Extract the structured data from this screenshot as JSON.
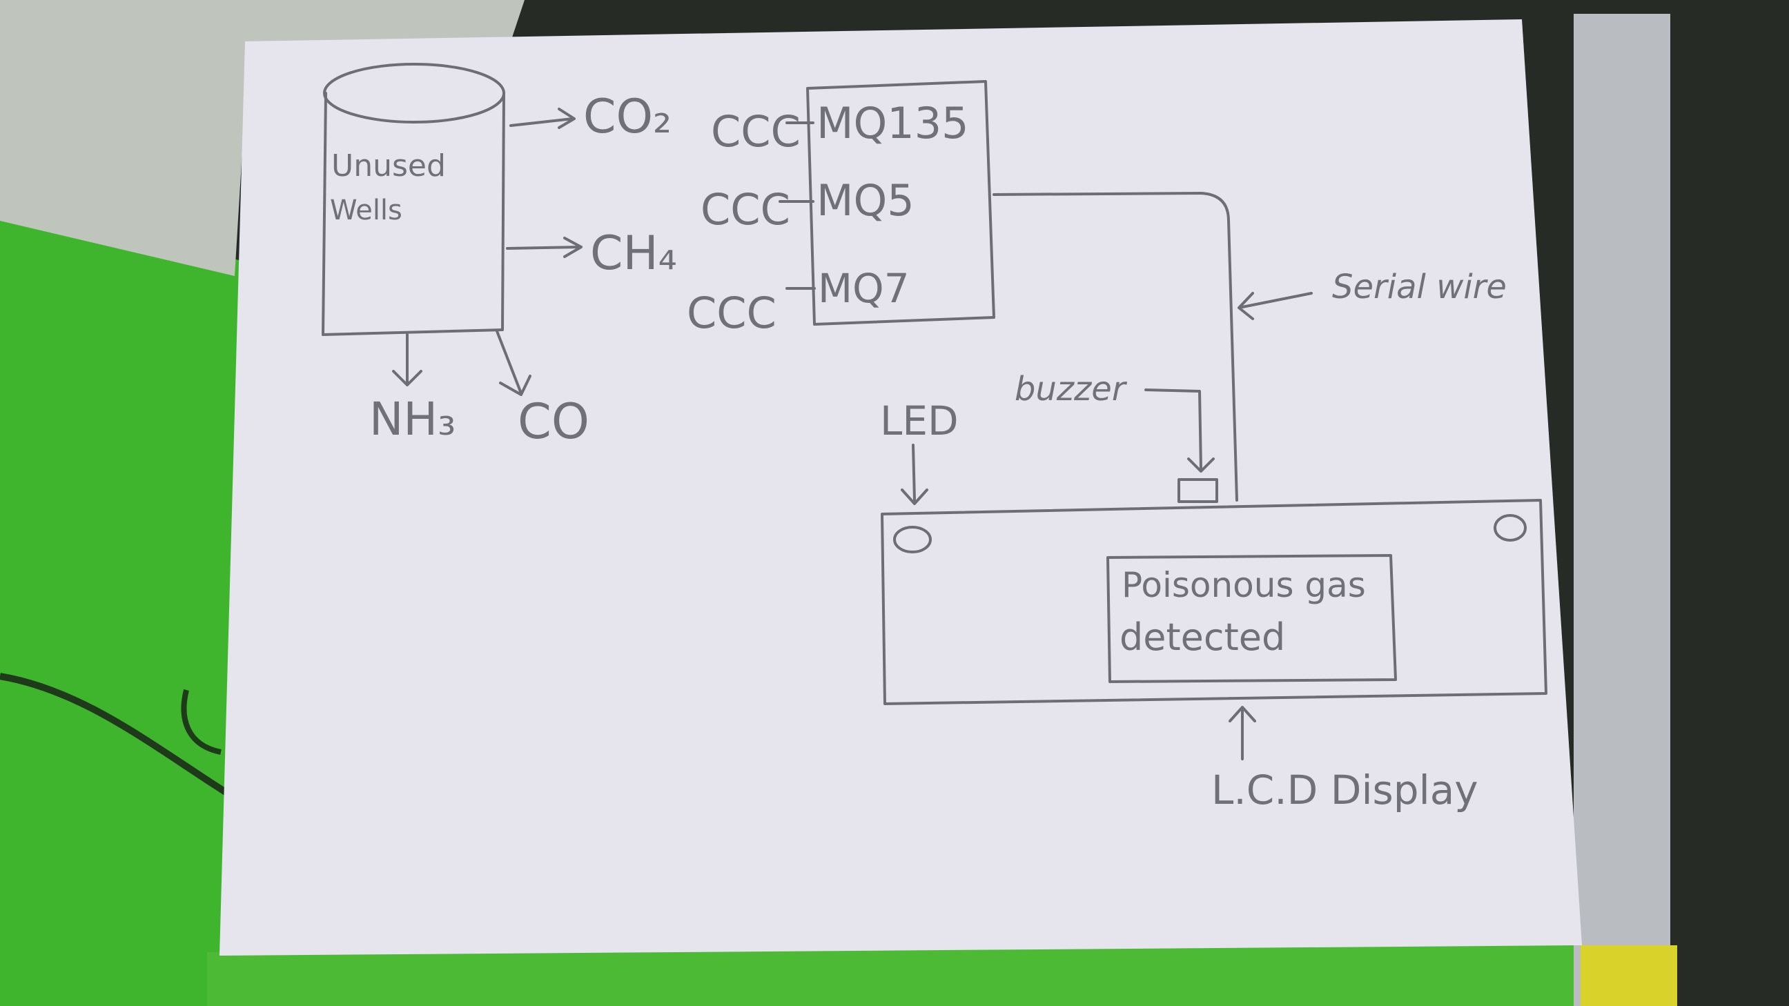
{
  "diagram": {
    "well": {
      "label_line1": "Unused",
      "label_line2": "Wells"
    },
    "gases": {
      "co2": "CO₂",
      "ch4": "CH₄",
      "nh3": "NH₃",
      "co": "CO"
    },
    "sensors": {
      "mq135": "MQ135",
      "mq5": "MQ5",
      "mq7": "MQ7",
      "coil": "CCC"
    },
    "serial_wire_label": "Serial wire",
    "buzzer_label": "buzzer",
    "led_label": "LED",
    "lcd": {
      "message_line1": "Poisonous gas",
      "message_line2": "detected",
      "label": "L.C.D Display"
    }
  },
  "colors": {
    "paper": "#e6e5ee",
    "pencil": "#6c6d75",
    "background_green": "#3fb52e",
    "table_dark": "#2a2f2a"
  }
}
